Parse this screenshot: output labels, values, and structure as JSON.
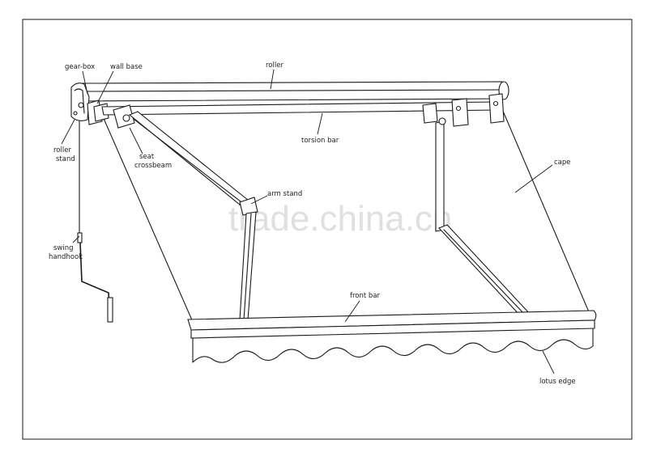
{
  "labels": {
    "gear_box": "gear-box",
    "wall_base": "wall base",
    "roller": "roller",
    "roller_stand_line1": "roller",
    "roller_stand_line2": "stand",
    "torsion_bar": "torsion bar",
    "seat_crossbeam_line1": "seat",
    "seat_crossbeam_line2": "crossbeam",
    "arm_stand": "arm stand",
    "cape": "cape",
    "swing_handhook_line1": "swing",
    "swing_handhook_line2": "handhook",
    "front_bar": "front bar",
    "lotus_edge": "lotus edge"
  },
  "watermark": "trade.china.cn"
}
